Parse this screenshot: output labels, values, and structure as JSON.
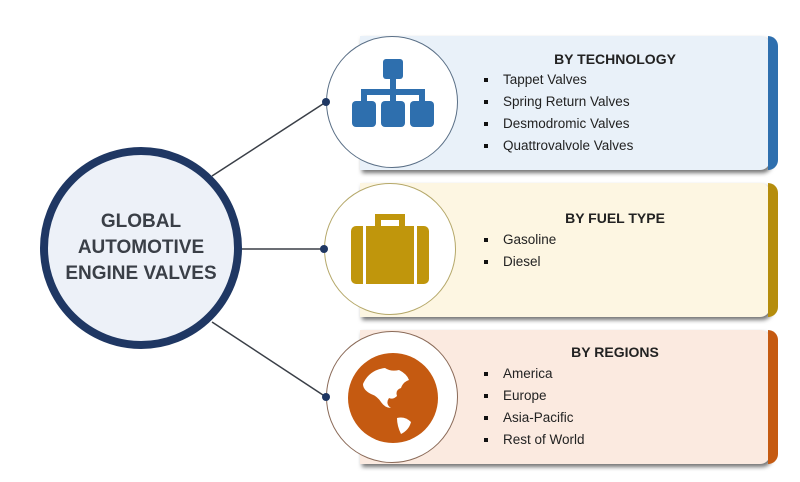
{
  "center": {
    "title": "GLOBAL AUTOMOTIVE ENGINE VALVES"
  },
  "segments": [
    {
      "heading": "BY TECHNOLOGY",
      "icon": "hierarchy-icon",
      "accent": "#2e6fae",
      "bg": "#e9f1f9",
      "items": [
        "Tappet Valves",
        "Spring Return Valves",
        "Desmodromic Valves",
        "Quattrovalvole Valves"
      ]
    },
    {
      "heading": "BY FUEL TYPE",
      "icon": "briefcase-icon",
      "accent": "#b58d0c",
      "bg": "#fdf6e2",
      "items": [
        "Gasoline",
        "Diesel"
      ]
    },
    {
      "heading": "BY REGIONS",
      "icon": "globe-icon",
      "accent": "#c55a11",
      "bg": "#fbeae0",
      "items": [
        "America",
        "Europe",
        "Asia-Pacific",
        "Rest of World"
      ]
    }
  ]
}
